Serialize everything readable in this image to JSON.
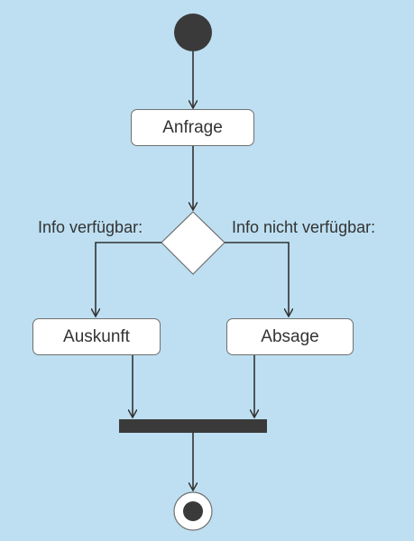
{
  "diagram": {
    "type": "uml-activity",
    "colors": {
      "background": "#bddff1",
      "node_fill": "#ffffff",
      "node_border": "#707070",
      "line": "#333333",
      "start_node": "#3a3a3a",
      "fork_bar": "#3a3a3a"
    },
    "nodes": {
      "anfrage": {
        "label": "Anfrage"
      },
      "auskunft": {
        "label": "Auskunft"
      },
      "absage": {
        "label": "Absage"
      }
    },
    "guards": {
      "left": "Info verfügbar:",
      "right": "Info nicht verfügbar:"
    }
  }
}
